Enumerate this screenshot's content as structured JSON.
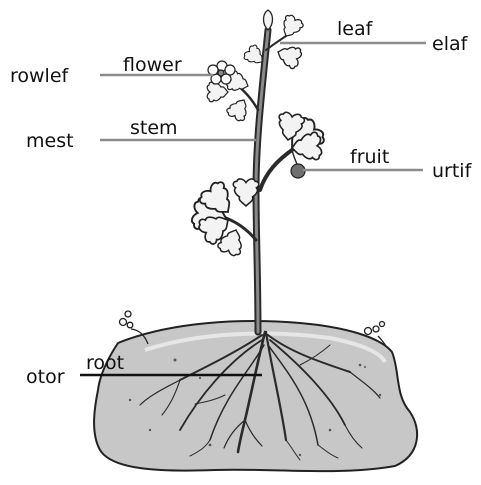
{
  "diagram": {
    "labels_correct": {
      "leaf": "leaf",
      "flower": "flower",
      "stem": "stem",
      "fruit": "fruit",
      "root": "root"
    },
    "labels_scrambled": {
      "leaf": "elaf",
      "flower": "rowlef",
      "stem": "mest",
      "fruit": "urtif",
      "root": "otor"
    }
  },
  "colors": {
    "leader_line": "#8c8c8c",
    "root_leader_line": "#111111",
    "soil": "#c7c7c7",
    "outline": "#222222"
  }
}
